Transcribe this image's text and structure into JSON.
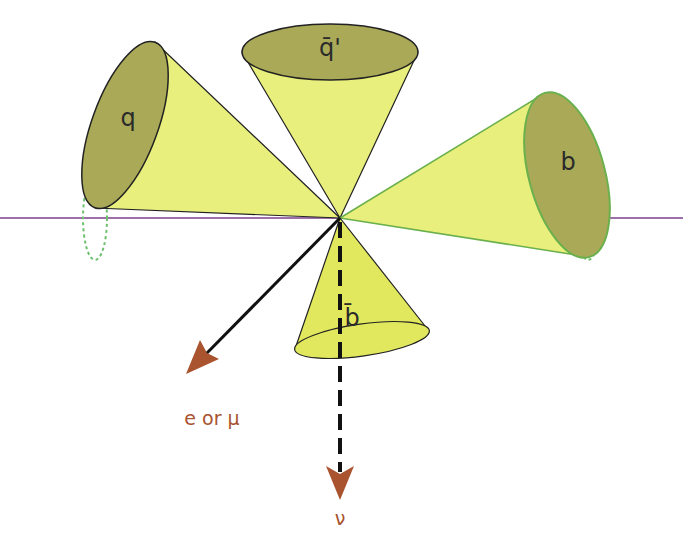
{
  "diagram": {
    "nodes": [
      {
        "text": [
          "q"
        ]
      },
      {
        "text": [
          "q̄'"
        ]
      },
      {
        "text": [
          "b"
        ]
      },
      {
        "text": [
          "b̄"
        ]
      }
    ],
    "labels": [
      "e or μ",
      "ν"
    ]
  }
}
